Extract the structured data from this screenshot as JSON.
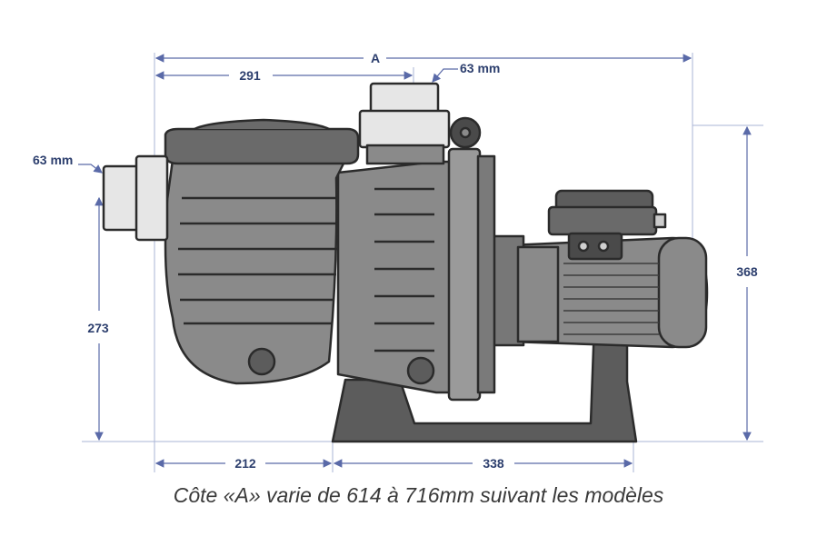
{
  "dimensions": {
    "overall_length": "A",
    "inlet_to_outlet": "291",
    "outlet_diameter": "63 mm",
    "inlet_diameter": "63 mm",
    "inlet_height": "273",
    "total_height": "368",
    "base_front": "212",
    "base_length": "338"
  },
  "caption": "Côte «A» varie de 614 à 716mm suivant les modèles",
  "colors": {
    "body": "#8a8a8a",
    "body_dark": "#5c5c5c",
    "outline": "#2b2b2b",
    "fitting": "#e6e6e6",
    "dimension": "#2d3f6e"
  }
}
